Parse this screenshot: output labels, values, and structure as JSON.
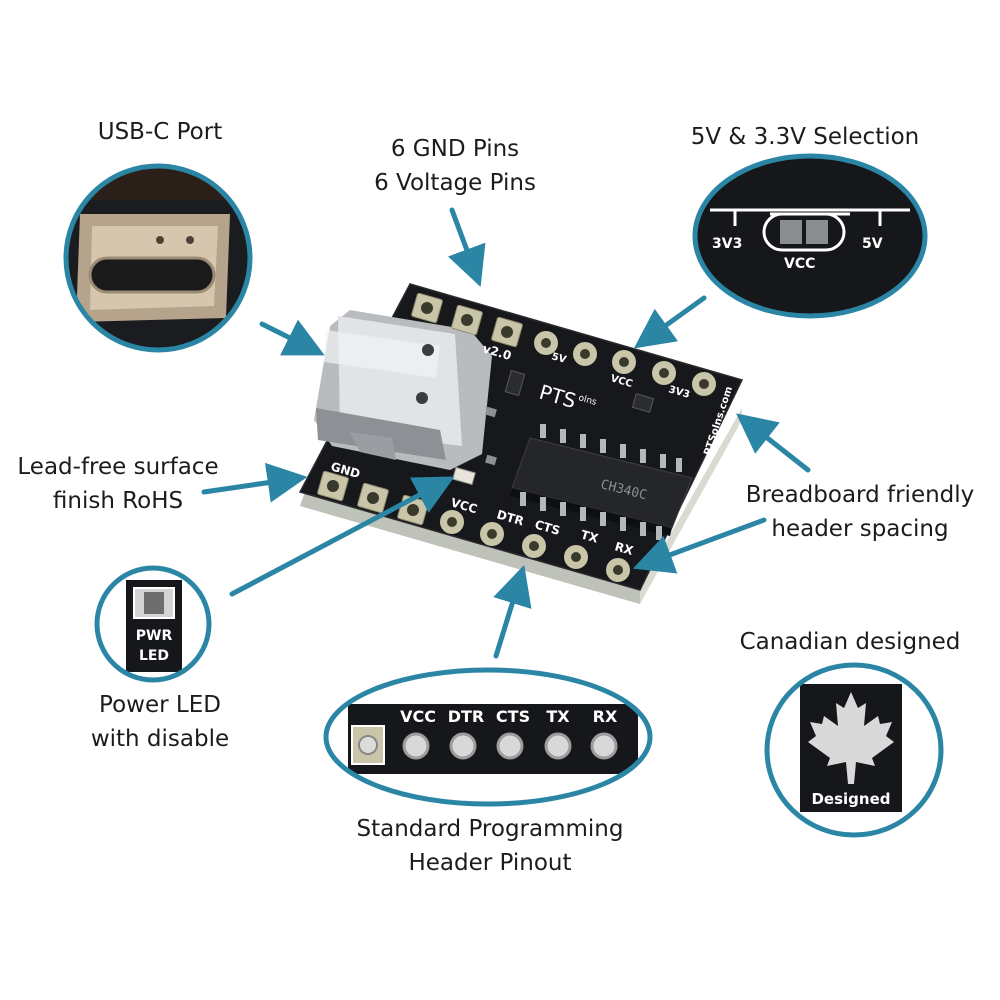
{
  "colors": {
    "accent": "#2b86a6",
    "pcb": "#17181b",
    "pad": "#c9c5a8",
    "silkscreen": "#ffffff"
  },
  "callouts": {
    "usb_c": {
      "lines": [
        "USB-C Port"
      ]
    },
    "gnd_voltage": {
      "lines": [
        "6 GND Pins",
        "6 Voltage Pins"
      ]
    },
    "voltage_select": {
      "lines": [
        "5V & 3.3V Selection"
      ]
    },
    "lead_free": {
      "lines": [
        "Lead-free surface",
        "finish RoHS"
      ]
    },
    "breadboard": {
      "lines": [
        "Breadboard friendly",
        "header spacing"
      ]
    },
    "power_led": {
      "lines": [
        "Power LED",
        "with disable"
      ]
    },
    "canadian": {
      "lines": [
        "Canadian designed"
      ]
    },
    "header_pinout": {
      "lines": [
        "Standard Programming",
        "Header Pinout"
      ]
    }
  },
  "board": {
    "version": "v2.0",
    "brand": "PTS",
    "brand_suffix": "olns",
    "side_text": "PTSolns.com",
    "chip_text": "CH340C",
    "gnd": "GND",
    "v5": "5V",
    "vcc": "VCC",
    "v3v3": "3V3",
    "pins": [
      "VCC",
      "DTR",
      "CTS",
      "TX",
      "RX"
    ]
  },
  "insets": {
    "select": {
      "left": "3V3",
      "center": "VCC",
      "right": "5V"
    },
    "led": {
      "line1": "PWR",
      "line2": "LED"
    },
    "header": {
      "pins": [
        "VCC",
        "DTR",
        "CTS",
        "TX",
        "RX"
      ]
    },
    "badge": {
      "text": "Designed"
    }
  }
}
